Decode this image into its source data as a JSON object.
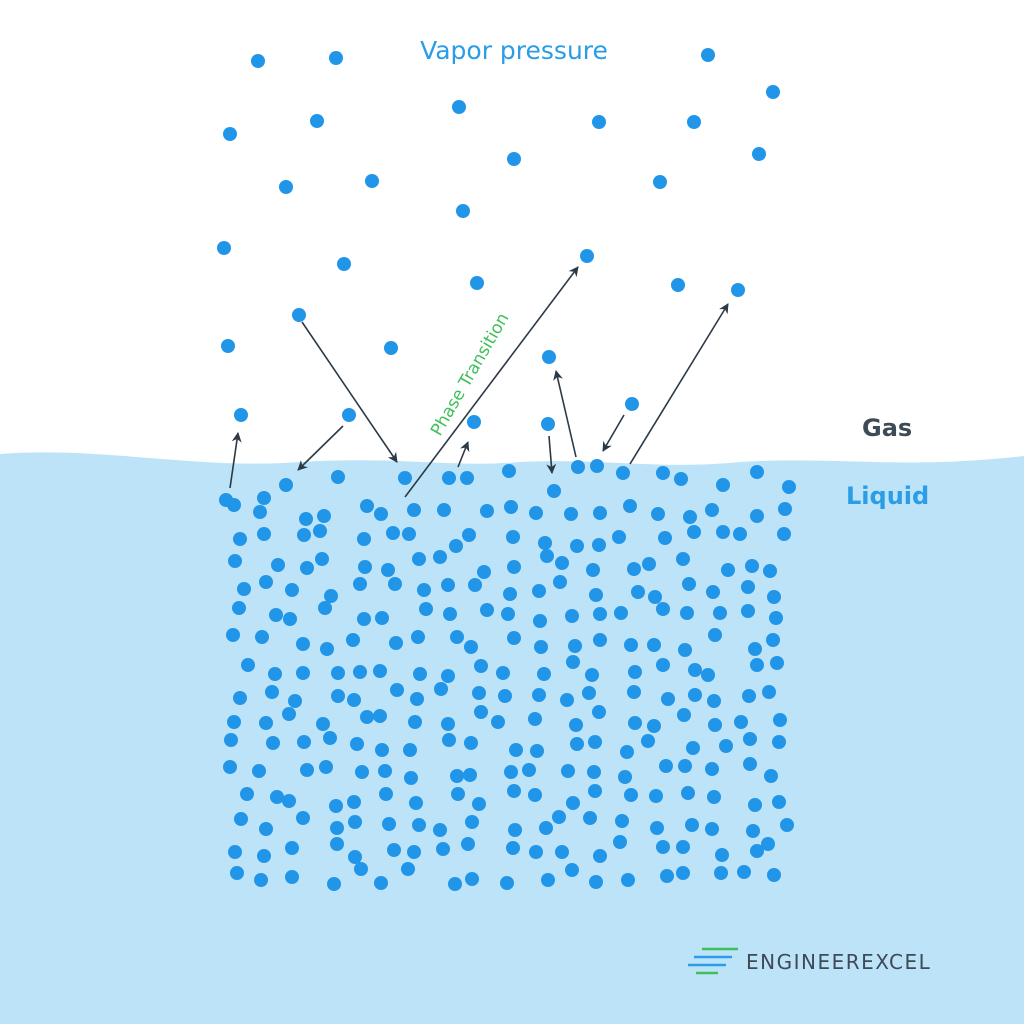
{
  "diagram": {
    "title": "Vapor pressure",
    "label_gas": "Gas",
    "label_liquid": "Liquid",
    "arrow_label": "Phase Transition"
  },
  "branding": {
    "name": "ENGINEEREXCEL",
    "logo": "engineerexcel-logo"
  },
  "colors": {
    "liquid_fill": "#bde3f8",
    "molecule": "#2196e8",
    "arrow": "#2c3a48",
    "arrow_label": "#3fbf5a",
    "title": "#2a9de6",
    "gas_label": "#3e4a56",
    "liquid_label": "#2a9de6",
    "logo_green": "#3fbf5a",
    "logo_blue": "#2a9de6"
  }
}
